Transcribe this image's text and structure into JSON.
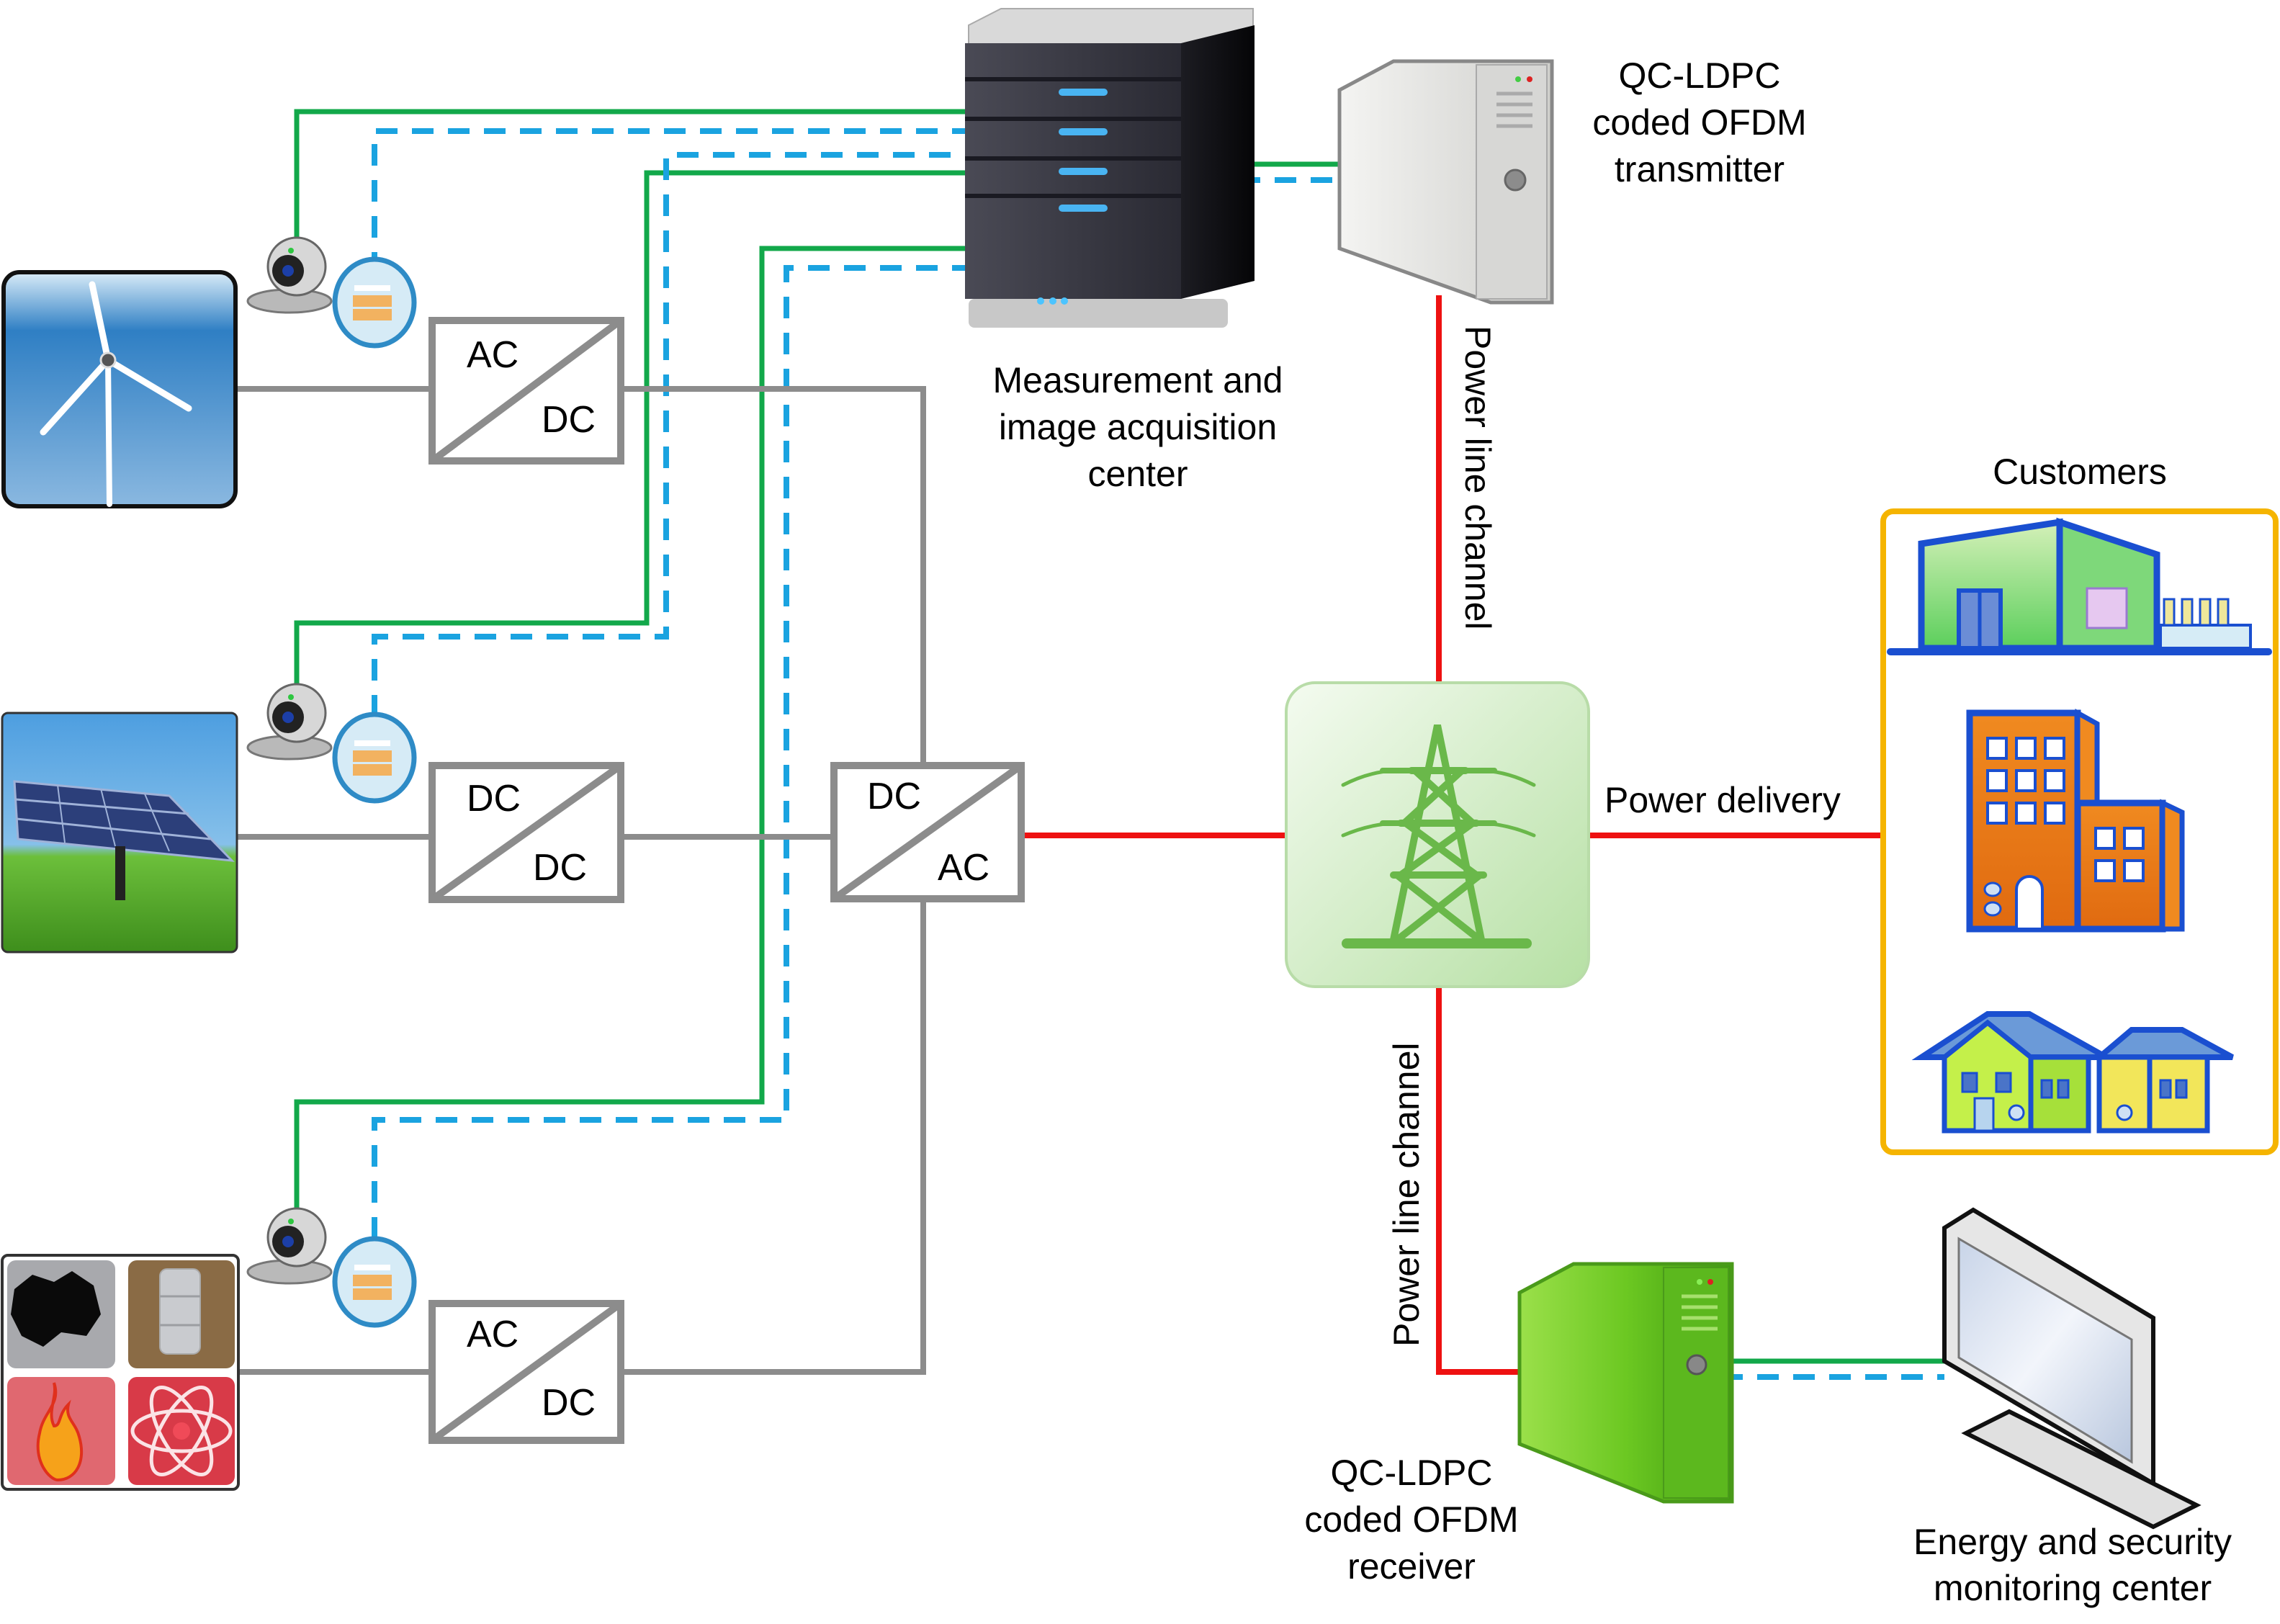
{
  "title": "Smart grid power line communication monitoring system",
  "sources": [
    {
      "id": "wind",
      "name": "Wind turbine"
    },
    {
      "id": "solar",
      "name": "Solar panel"
    },
    {
      "id": "conventional",
      "name": "Conventional sources",
      "tiles": [
        "coal",
        "oil-barrel",
        "gas-flame",
        "nuclear-atom"
      ]
    }
  ],
  "sensors": {
    "camera": "Webcam",
    "meter": "Smart meter"
  },
  "converters": [
    {
      "id": "wind-conv",
      "top": "AC",
      "bottom": "DC"
    },
    {
      "id": "solar-conv",
      "top": "DC",
      "bottom": "DC"
    },
    {
      "id": "conv-conv",
      "top": "AC",
      "bottom": "DC"
    },
    {
      "id": "inverter",
      "top": "DC",
      "bottom": "AC"
    }
  ],
  "labels": {
    "measurement_center": [
      "Measurement and",
      "image acquisition",
      "center"
    ],
    "transmitter": [
      "QC-LDPC",
      "coded OFDM",
      "transmitter"
    ],
    "receiver": [
      "QC-LDPC",
      "coded OFDM",
      "receiver"
    ],
    "monitoring_center": [
      "Energy and security",
      "monitoring center"
    ],
    "customers": "Customers",
    "power_delivery": "Power delivery",
    "power_line_top": "Power line channel",
    "power_line_bottom": "Power line channel"
  },
  "customers": [
    "Industrial",
    "Commercial",
    "Residential"
  ],
  "colors": {
    "image_link": "#12a84a",
    "measurement_link": "#1aa3e0",
    "dc_bus": "#8c8c8c",
    "power_line": "#ee1111",
    "customer_frame": "#f5b400",
    "grid_tile": "#c4e8b6",
    "receiver_body": "#66cc22"
  }
}
